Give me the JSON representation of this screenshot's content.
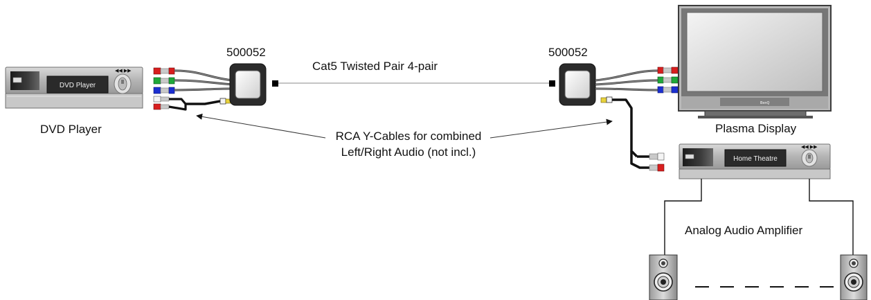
{
  "devices": {
    "dvd_player": {
      "screen_text": "DVD Player",
      "caption": "DVD Player"
    },
    "plasma_display": {
      "caption": "Plasma Display",
      "brand": "BenQ"
    },
    "home_theatre": {
      "screen_text": "Home Theatre"
    },
    "amplifier": {
      "caption": "Analog Audio Amplifier"
    }
  },
  "baluns": {
    "left_model": "500052",
    "right_model": "500052"
  },
  "cable": {
    "label": "Cat5 Twisted Pair 4-pair"
  },
  "note": {
    "line1": "RCA Y-Cables for combined",
    "line2": "Left/Right Audio (not incl.)"
  },
  "colors": {
    "rca_red": "#d81e1e",
    "rca_green": "#1fa83a",
    "rca_blue": "#1b2fd1",
    "rca_white": "#f4f4f4",
    "rca_yellow": "#e8d23c",
    "device_grey": "#bdbdbd",
    "screen_dark": "#2a2a2a",
    "balun_body": "#2b2b2b"
  }
}
